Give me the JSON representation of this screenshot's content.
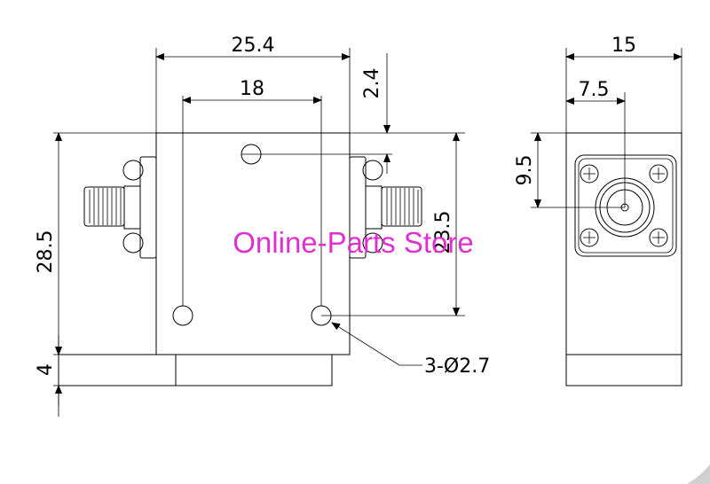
{
  "dimensions": {
    "top_width": "25.4",
    "hole_spacing_x": "18",
    "top_offset": "2.4",
    "left_height": "28.5",
    "right_height": "23.5",
    "base_height": "4",
    "hole_callout": "3-Ø2.7",
    "side_width": "15",
    "side_half_width": "7.5",
    "connector_height": "9.5"
  },
  "watermark": "Online-Parts Store",
  "colors": {
    "watermark": "#e02fd0",
    "line": "#000000",
    "background": "#ffffff"
  }
}
